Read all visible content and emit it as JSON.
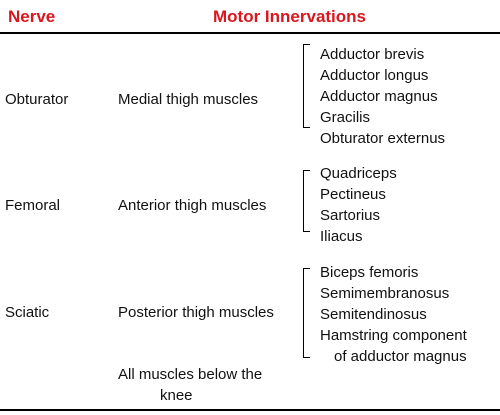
{
  "colors": {
    "accent": "#d8171e"
  },
  "header": {
    "col_nerve": "Nerve",
    "col_motor": "Motor Innervations"
  },
  "rows": [
    {
      "nerve": "Obturator",
      "group": "Medial thigh muscles",
      "muscles": [
        "Adductor brevis",
        "Adductor longus",
        "Adductor magnus",
        "Gracilis",
        "Obturator externus"
      ]
    },
    {
      "nerve": "Femoral",
      "group": "Anterior thigh muscles",
      "muscles": [
        "Quadriceps",
        "Pectineus",
        "Sartorius",
        "Iliacus"
      ]
    },
    {
      "nerve": "Sciatic",
      "group": "Posterior thigh muscles",
      "muscles": [
        "Biceps femoris",
        "Semimembranosus",
        "Semitendinosus",
        "Hamstring component",
        "of adductor magnus"
      ]
    }
  ],
  "footer_row": {
    "group_lines": [
      "All muscles below the",
      "knee"
    ]
  }
}
